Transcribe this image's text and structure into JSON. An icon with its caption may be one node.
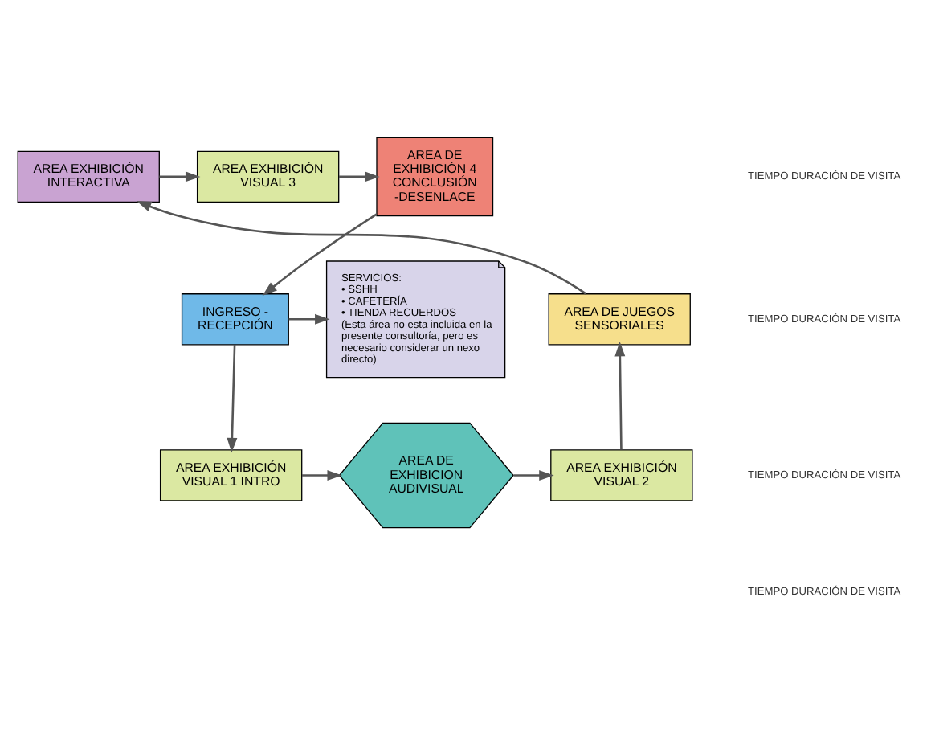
{
  "diagram": {
    "nodes": [
      {
        "text": [
          "AREA DE EXHIBICIÓN 4 CONCLUSIÓN -DESENLACE"
        ]
      },
      {
        "text": [
          "AREA EXHIBICIÓN VISUAL 3"
        ]
      },
      {
        "text": [
          "AREA EXHIBICIÓN INTERACTIVA"
        ]
      },
      {
        "text": [
          "INGRESO - RECEPCIÓN"
        ]
      },
      {
        "text": [
          "SERVICIOS:",
          "• SSHH",
          "• CAFETERÍA",
          "• TIENDA RECUERDOS",
          "(Esta área no esta incluida en la presente consultoría, pero es necesario considerar un nexo directo)"
        ]
      },
      {
        "text": [
          "AREA DE JUEGOS SENSORIALES"
        ]
      },
      {
        "text": [
          "AREA EXHIBICIÓN VISUAL 1 INTRO"
        ]
      },
      {
        "text": [
          "AREA DE EXHIBICION AUDIVISUAL"
        ]
      },
      {
        "text": [
          "AREA EXHIBICIÓN VISUAL 2"
        ]
      }
    ],
    "edges": [
      {
        "from": 1,
        "to": 0,
        "arrow": "to"
      },
      {
        "from": 2,
        "to": 1,
        "arrow": "to"
      },
      {
        "from": 0,
        "to": 3,
        "arrow": "to"
      },
      {
        "from": 3,
        "to": 4,
        "arrow": "to"
      },
      {
        "from": 3,
        "to": 6,
        "arrow": "to"
      },
      {
        "from": 6,
        "to": 7,
        "arrow": "to"
      },
      {
        "from": 7,
        "to": 8,
        "arrow": "to"
      },
      {
        "from": 8,
        "to": 5,
        "arrow": "to"
      },
      {
        "from": 5,
        "to": 2,
        "arrow": "to"
      }
    ],
    "labels": [
      "TIEMPO DURACIÓN DE VISITA",
      "TIEMPO DURACIÓN DE VISITA",
      "TIEMPO DURACIÓN DE VISITA",
      "TIEMPO DURACIÓN DE VISITA"
    ]
  }
}
